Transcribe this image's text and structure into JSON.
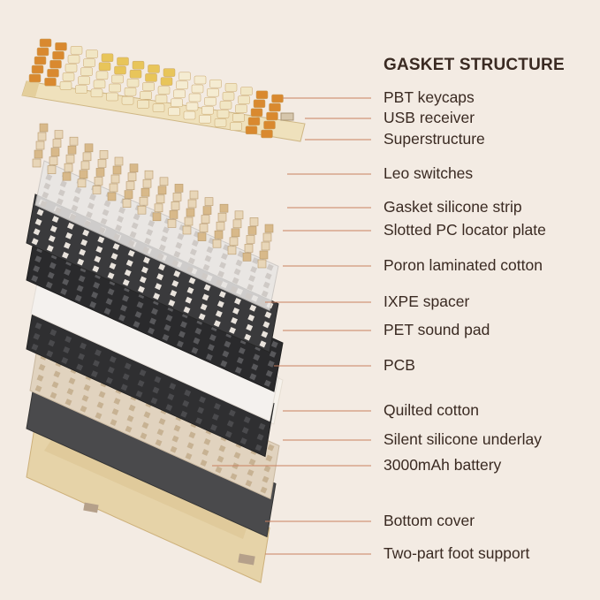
{
  "title": "GASKET STRUCTURE",
  "accent_line_color": "#c9805f",
  "labels": [
    {
      "text": "PBT keycaps"
    },
    {
      "text": "USB receiver"
    },
    {
      "text": "Superstructure"
    },
    {
      "text": "Leo switches"
    },
    {
      "text": "Gasket silicone strip"
    },
    {
      "text": "Slotted PC locator plate"
    },
    {
      "text": "Poron laminated cotton"
    },
    {
      "text": "IXPE spacer"
    },
    {
      "text": "PET sound pad"
    },
    {
      "text": "PCB"
    },
    {
      "text": "Quilted cotton"
    },
    {
      "text": "Silent silicone underlay"
    },
    {
      "text": "3000mAh battery"
    },
    {
      "text": "Bottom cover"
    },
    {
      "text": "Two-part foot support"
    }
  ]
}
